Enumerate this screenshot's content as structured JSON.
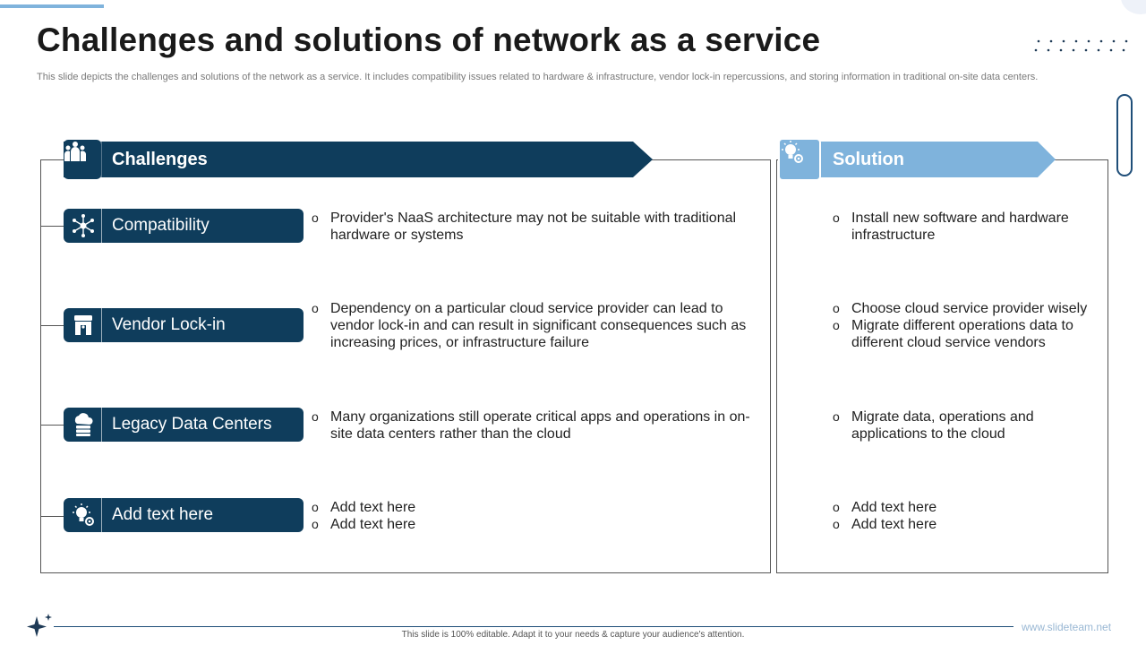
{
  "title": "Challenges and solutions of network as a service",
  "subtitle": "This slide depicts the challenges and solutions of the network as a service. It includes compatibility issues related to hardware & infrastructure, vendor lock-in repercussions, and storing information in traditional on-site data centers.",
  "challenges_header": "Challenges",
  "solution_header": "Solution",
  "colors": {
    "dark_navy": "#0f3d5c",
    "light_blue": "#7fb3dc"
  },
  "rows": [
    {
      "label": "Compatibility",
      "icon": "network-hub-icon",
      "challenge": [
        "Provider's NaaS architecture may not be suitable with traditional hardware or systems"
      ],
      "solution": [
        "Install new software and hardware infrastructure"
      ]
    },
    {
      "label": "Vendor Lock-in",
      "icon": "storefront-icon",
      "challenge": [
        "Dependency on a particular cloud service provider can lead to vendor lock-in and can result in significant consequences such as increasing prices, or infrastructure  failure"
      ],
      "solution": [
        "Choose cloud service provider wisely",
        "Migrate different operations data to different cloud service vendors"
      ]
    },
    {
      "label": "Legacy Data Centers",
      "icon": "cloud-server-icon",
      "challenge": [
        "Many organizations still operate critical apps and operations in on-site data centers rather than the cloud"
      ],
      "solution": [
        "Migrate data, operations and applications to the cloud"
      ]
    },
    {
      "label": "Add text here",
      "icon": "lightbulb-gear-icon",
      "challenge": [
        "Add text here",
        "Add text here"
      ],
      "solution": [
        "Add text here",
        "Add text here"
      ]
    }
  ],
  "footer": {
    "note": "This slide is 100% editable.  Adapt it to your needs & capture your audience's attention.",
    "link": "www.slideteam.net"
  }
}
